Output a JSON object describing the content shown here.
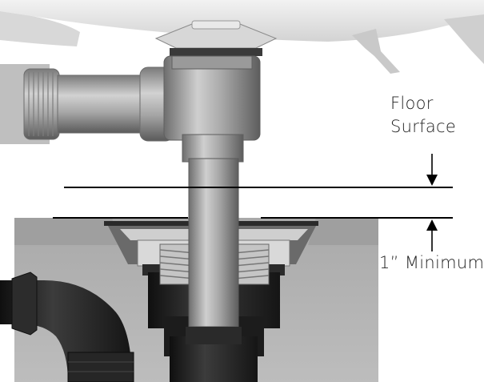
{
  "labels": {
    "floor_line1": "Floor",
    "floor_line2": "Surface",
    "minimum": "1” Minimum"
  },
  "colors": {
    "basin": "#e4e4e4",
    "pipe_light": "#b8b8b8",
    "pipe_mid": "#8f8f8f",
    "pipe_dark": "#555555",
    "floor_slab": "#b5b5b5",
    "fitting_black": "#1e1e1e",
    "line": "#000000"
  }
}
